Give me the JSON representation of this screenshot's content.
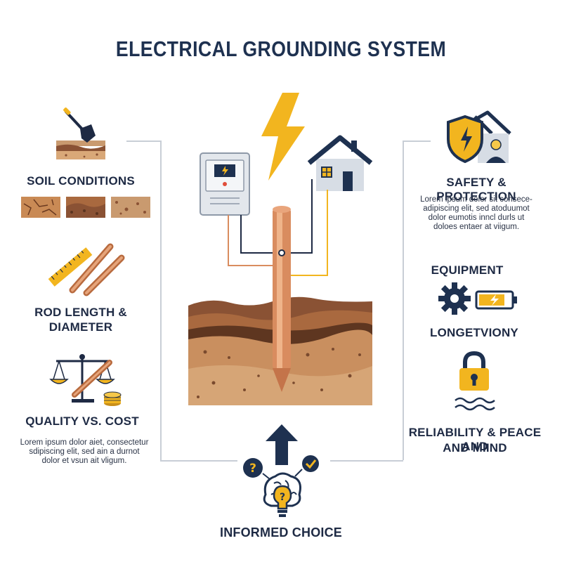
{
  "title": "ELECTRICAL GROUNDING SYSTEM",
  "left": {
    "soil": {
      "heading": "SOIL CONDITIONS"
    },
    "rod": {
      "heading_line1": "ROD LENGTH &",
      "heading_line2": "DIAMETER"
    },
    "quality": {
      "heading": "QUALITY VS. COST",
      "body": [
        "Lorem ipsum dolor aiet, consectetur",
        "sdipiscing elit, sed ain a durnot",
        "dolor et vsun ait vligum."
      ]
    }
  },
  "right": {
    "safety": {
      "heading": "SAFETY & PROTECTION",
      "body": [
        "Lorem ipsum dolor sit consece-",
        "adipiscing elit, sed atoduumot",
        "dolor eumotis inncl durls ut",
        "doloes entaer at viigum."
      ]
    },
    "equipment": {
      "heading": "EQUIPMENT",
      "subheading": "LONGETVIONY"
    },
    "reliability": {
      "heading_line1": "RELIABILITY & PEACE AND",
      "heading_line2": "AND MIIND"
    }
  },
  "bottom": {
    "heading": "INFORMED CHOICE"
  },
  "colors": {
    "navy": "#1e3150",
    "accent_yellow": "#f2b51f",
    "copper": "#d98c5f",
    "soil_dark": "#8a5234",
    "soil_light": "#c99a6f",
    "frame": "#c8ced6"
  },
  "icons": [
    "shovel-icon",
    "lightning-icon",
    "house-icon",
    "meter-box-icon",
    "shield-icon",
    "gear-icon",
    "battery-icon",
    "lock-icon",
    "wave-icon",
    "ruler-icon",
    "scale-icon",
    "coins-icon",
    "brain-icon",
    "lightbulb-icon",
    "arrow-up-icon",
    "question-icon",
    "check-icon"
  ]
}
